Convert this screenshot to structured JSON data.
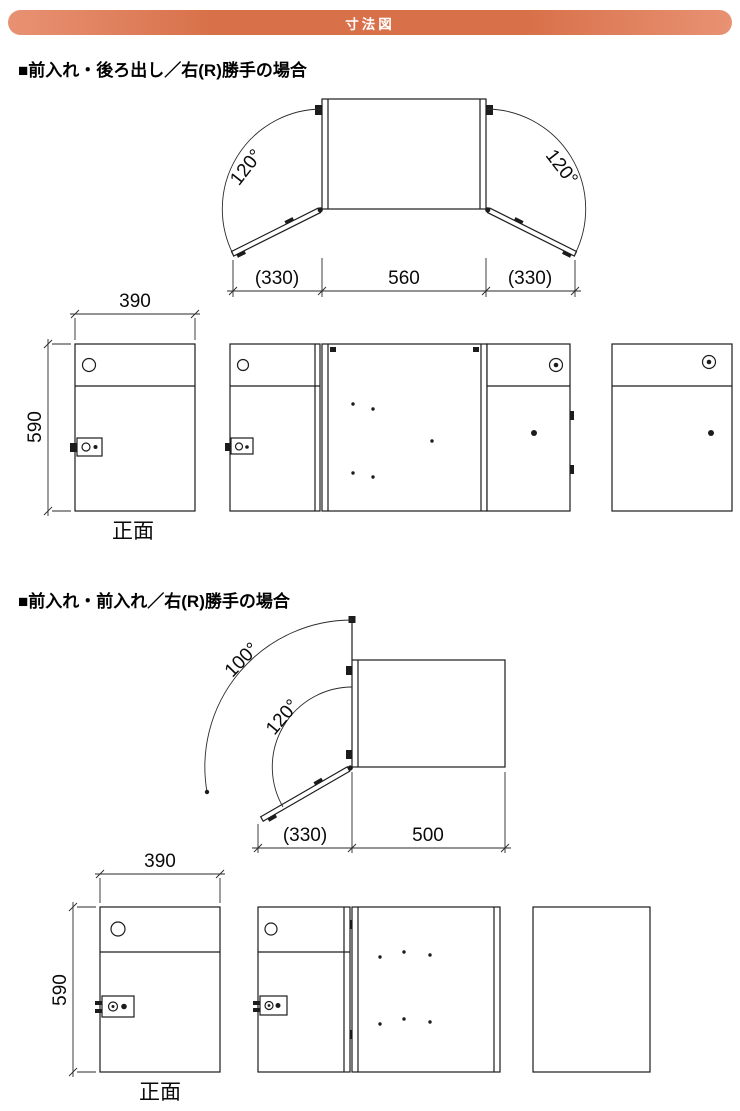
{
  "header": {
    "title": "寸法図"
  },
  "section1": {
    "title": "■前入れ・後ろ出し／右(R)勝手の場合",
    "top": {
      "angle_left": "120°",
      "angle_right": "120°",
      "dim_left": "(330)",
      "dim_center": "560",
      "dim_right": "(330)"
    },
    "front": {
      "width": "390",
      "height": "590",
      "caption": "正面"
    }
  },
  "section2": {
    "title": "■前入れ・前入れ／右(R)勝手の場合",
    "top": {
      "angle_outer": "100°",
      "angle_inner": "120°",
      "dim_left": "(330)",
      "dim_right": "500"
    },
    "front": {
      "width": "390",
      "height": "590",
      "caption": "正面"
    }
  }
}
